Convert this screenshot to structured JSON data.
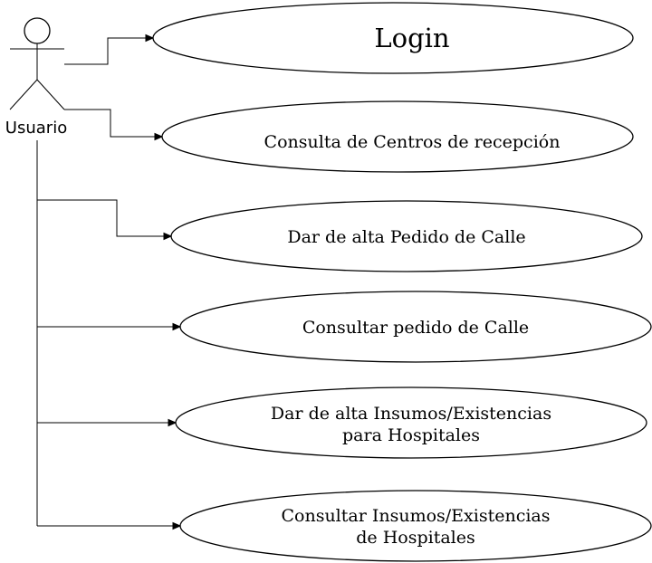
{
  "actor": {
    "name": "Usuario"
  },
  "use_cases": [
    {
      "lines": [
        "Login"
      ]
    },
    {
      "lines": [
        "Consulta de Centros de recepción"
      ]
    },
    {
      "lines": [
        "Dar de alta Pedido de Calle"
      ]
    },
    {
      "lines": [
        "Consultar pedido de Calle"
      ]
    },
    {
      "lines": [
        "Dar de alta Insumos/Existencias",
        "para Hospitales"
      ]
    },
    {
      "lines": [
        "Consultar Insumos/Existencias",
        "de Hospitales"
      ]
    }
  ]
}
